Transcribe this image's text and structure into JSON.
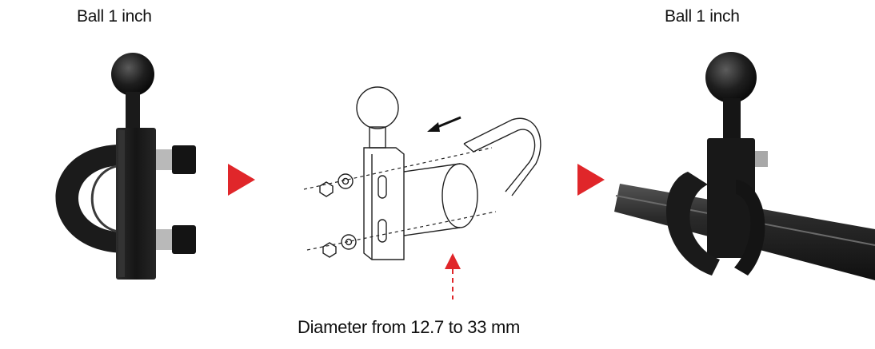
{
  "labels": {
    "left_title": "Ball 1 inch",
    "right_title": "Ball 1 inch",
    "caption": "Diameter from 12.7 to 33 mm"
  },
  "colors": {
    "accent_arrow": "#e0262a",
    "part_black": "#1c1c1c"
  },
  "icons": {
    "step_arrow": "play-triangle-icon",
    "direction_arrow": "arrow-left-icon"
  }
}
